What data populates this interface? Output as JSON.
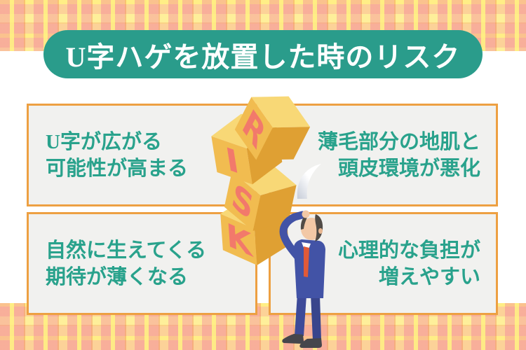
{
  "banner": {
    "title": "U字ハゲを放置した時のリスク"
  },
  "cards": [
    {
      "id": "risk-spread",
      "line1": "U字が広がる",
      "line2": "可能性が高まる"
    },
    {
      "id": "risk-scalp",
      "line1": "薄毛部分の地肌と",
      "line2": "頭皮環境が悪化"
    },
    {
      "id": "risk-regrowth",
      "line1": "自然に生えてくる",
      "line2": "期待が薄くなる"
    },
    {
      "id": "risk-mental",
      "line1": "心理的な負担が",
      "line2": "増えやすい"
    }
  ],
  "blocks": {
    "word": "RISK",
    "letters": [
      "R",
      "I",
      "S",
      "K"
    ]
  },
  "illustration": "worried-businessman-scratching-balding-head",
  "colors": {
    "banner_bg": "#2a9c8b",
    "banner_text": "#ffffff",
    "card_border": "#eda042",
    "card_bg": "#f1f1ef",
    "card_text": "#29a28c",
    "block_face": "#f1bc50",
    "block_face_dark": "#dfa033",
    "block_face_top": "#f8d876",
    "block_letter": "#f2796b",
    "plaid_base": "#fdf0bb",
    "plaid_pink": "#f79e92",
    "plaid_yellow": "#ffee82",
    "suit_blue": "#4253a6",
    "trouser_blue": "#3d4a99",
    "tie_orange": "#e05a38",
    "skin": "#f2c8a6",
    "hair": "#504b46"
  }
}
